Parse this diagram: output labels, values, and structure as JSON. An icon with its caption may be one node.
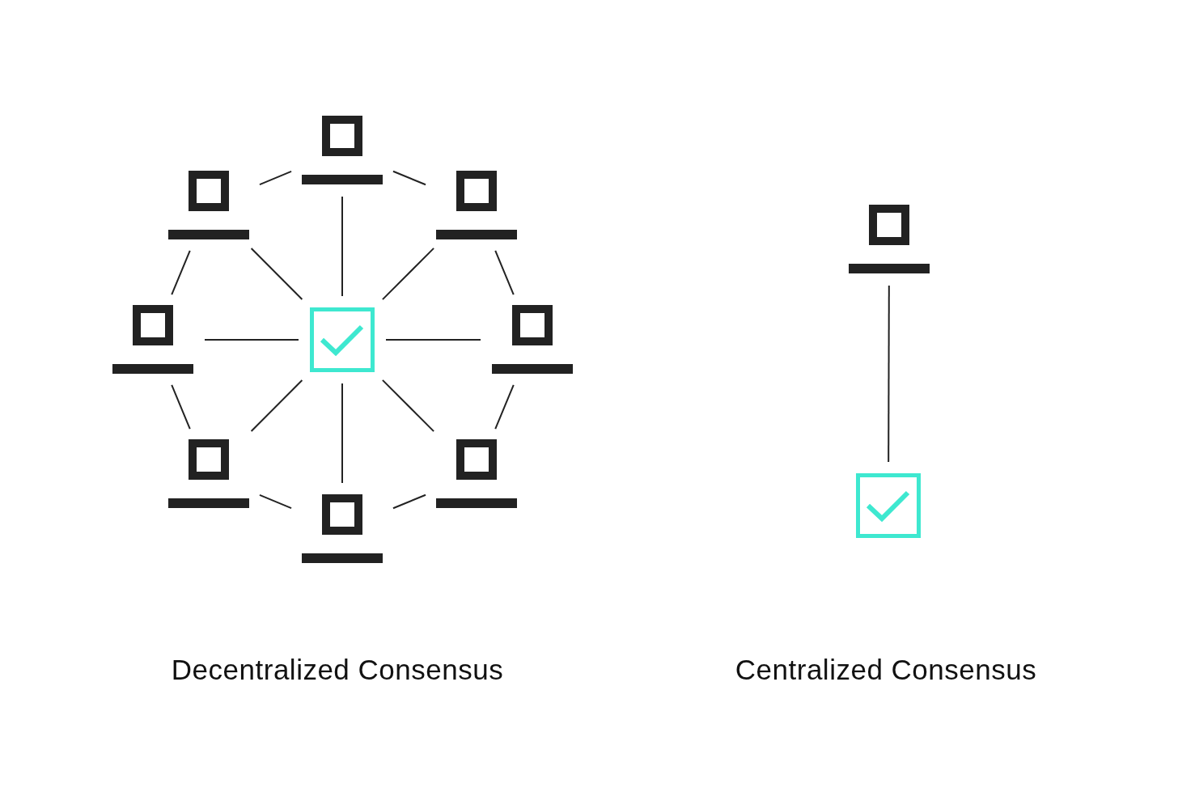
{
  "diagram": {
    "nodes": [
      {
        "text": [],
        "shape": "computer"
      },
      {
        "text": [],
        "shape": "computer"
      },
      {
        "text": [],
        "shape": "computer"
      },
      {
        "text": [],
        "shape": "computer"
      },
      {
        "text": [],
        "shape": "checkbox"
      },
      {
        "text": [],
        "shape": "computer"
      },
      {
        "text": [],
        "shape": "computer"
      },
      {
        "text": [],
        "shape": "computer"
      },
      {
        "text": [],
        "shape": "computer"
      },
      {
        "text": [],
        "shape": "computer"
      },
      {
        "text": [],
        "shape": "checkbox"
      }
    ],
    "edges": [
      {
        "from": 0,
        "to": 1,
        "arrow": "none"
      },
      {
        "from": 0,
        "to": 2,
        "arrow": "none"
      },
      {
        "from": 1,
        "to": 3,
        "arrow": "none"
      },
      {
        "from": 2,
        "to": 5,
        "arrow": "none"
      },
      {
        "from": 3,
        "to": 6,
        "arrow": "none"
      },
      {
        "from": 5,
        "to": 7,
        "arrow": "none"
      },
      {
        "from": 6,
        "to": 8,
        "arrow": "none"
      },
      {
        "from": 7,
        "to": 8,
        "arrow": "none"
      },
      {
        "from": 4,
        "to": 0,
        "arrow": "none"
      },
      {
        "from": 4,
        "to": 1,
        "arrow": "none"
      },
      {
        "from": 4,
        "to": 2,
        "arrow": "none"
      },
      {
        "from": 4,
        "to": 3,
        "arrow": "none"
      },
      {
        "from": 4,
        "to": 5,
        "arrow": "none"
      },
      {
        "from": 4,
        "to": 6,
        "arrow": "none"
      },
      {
        "from": 4,
        "to": 7,
        "arrow": "none"
      },
      {
        "from": 4,
        "to": 8,
        "arrow": "none"
      },
      {
        "from": 9,
        "to": 10,
        "arrow": "none"
      }
    ],
    "labels": [
      "Decentralized Consensus",
      "Centralized Consensus"
    ]
  }
}
